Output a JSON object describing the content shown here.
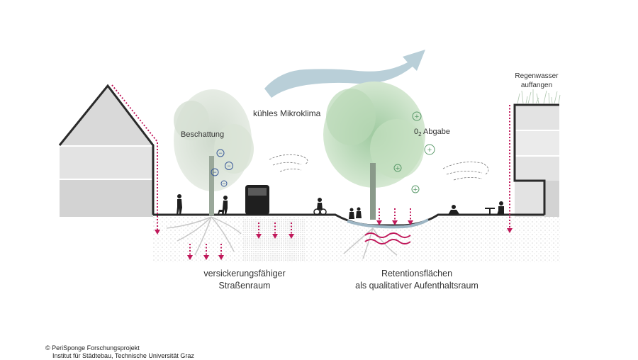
{
  "labels": {
    "rainwater_line1": "Regenwasser",
    "rainwater_line2": "auffangen",
    "shading": "Beschattung",
    "microclimate": "kühles Mikroklima",
    "oxygen_o": "0",
    "oxygen_sub": "2",
    "oxygen_rest": " Abgabe",
    "street_line1": "versickerungsfähiger",
    "street_line2": "Straßenraum",
    "retention_line1": "Retentionsflächen",
    "retention_line2": "als qualitativer Aufenthaltsraum"
  },
  "credit": {
    "line1": "© PeriSponge Forschungsprojekt",
    "line2": "Institut für Städtebau, Technische Universität Graz"
  },
  "icons": {
    "minus_symbol": "−",
    "plus_symbol": "+"
  },
  "colors": {
    "arrow_red": "#c0185a",
    "outline": "#2a2a2a",
    "building_fill": "#d9d9d9",
    "wind_arrow": "#b9cfd8",
    "tree_green": "#8fbf8f",
    "tree_grey": "#c6d2c4",
    "soil": "#ececec",
    "water": "#9eb6c4"
  }
}
